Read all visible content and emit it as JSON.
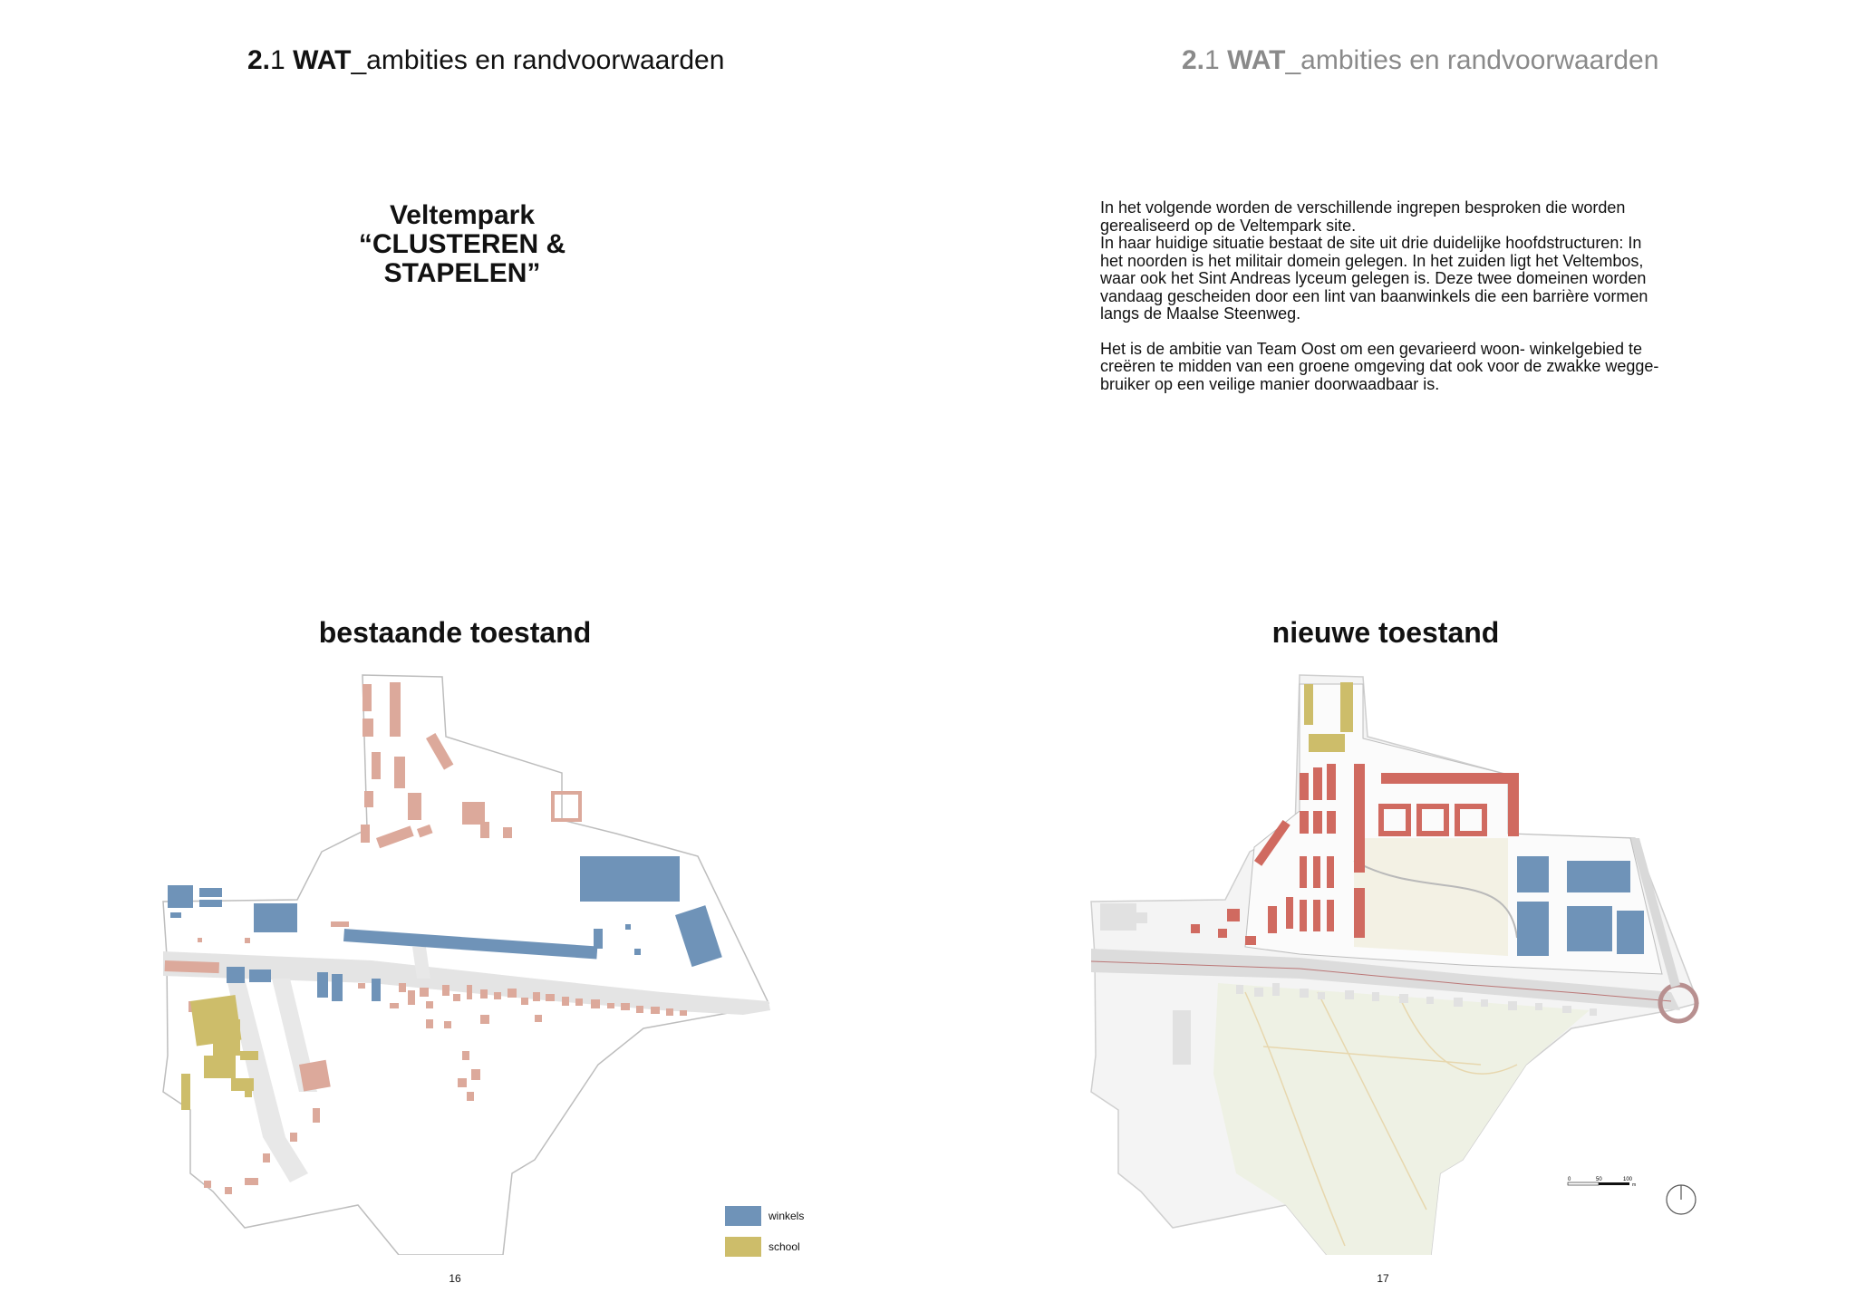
{
  "left_page": {
    "header": {
      "num": "2.",
      "num_sub": "1",
      "wat": "WAT",
      "rest": "_ambities en randvoorwaarden"
    },
    "title_line1": "Veltempark",
    "title_line2": "“CLUSTEREN & STAPELEN”",
    "map_title": "bestaande toestand",
    "legend": [
      {
        "label": "winkels",
        "color": "#6f93b8"
      },
      {
        "label": "school",
        "color": "#cdbd6a"
      }
    ],
    "page_number": "16"
  },
  "right_page": {
    "header": {
      "num": "2.",
      "num_sub": "1",
      "wat": "WAT",
      "rest": "_ambities en randvoorwaarden"
    },
    "paragraph1": "In het volgende worden de verschillende ingrepen besproken die worden\ngerealiseerd op de Veltempark site.\nIn haar huidige situatie bestaat de site uit drie duidelijke hoofdstructuren: In\nhet noorden is het militair domein gelegen. In het zuiden ligt het Veltembos,\nwaar ook het Sint Andreas lyceum gelegen is. Deze twee domeinen worden\nvandaag gescheiden door een lint van baanwinkels die een barrière vormen\nlangs de Maalse Steenweg.",
    "paragraph2": "Het is de ambitie van Team Oost om een gevarieerd woon- winkelgebied te\ncreëren te midden van een groene omgeving dat ook voor de zwakke wegge-\nbruiker op een veilige manier doorwaadbaar is.",
    "map_title": "nieuwe toestand",
    "scale_labels": [
      "0",
      "50",
      "100"
    ],
    "scale_unit": "m",
    "page_number": "17"
  },
  "colors": {
    "shops": "#6f93b8",
    "school": "#cdbd6a",
    "housing": "#dca99b",
    "new_housing": "#d06a60",
    "road": "#e2e2e2",
    "site": "#ffffff",
    "site_outline": "#bdbdbd",
    "green": "#eef1e4"
  }
}
